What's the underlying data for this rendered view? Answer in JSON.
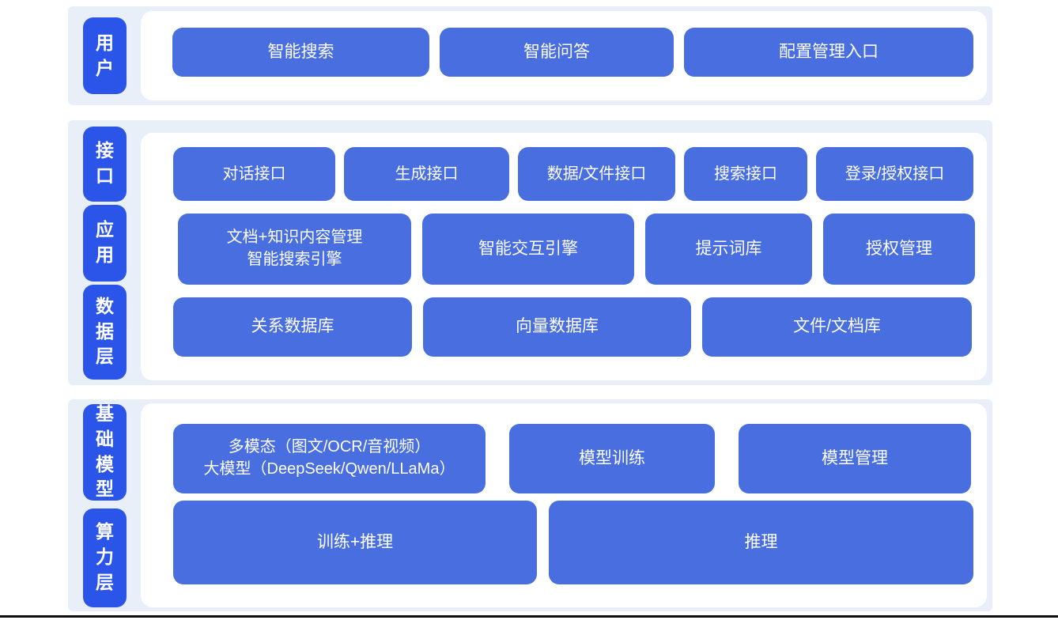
{
  "diagram": {
    "colors": {
      "section_bg": "#e9eff8",
      "label_blue": "#2b55e9",
      "box_blue": "#486ee0",
      "text": "#ffffff",
      "bottom_line": "#0c0c0c"
    },
    "sections": [
      {
        "name": "user-layer",
        "labels": [
          "用户"
        ],
        "rows": [
          {
            "boxes": [
              {
                "text": "智能搜索"
              },
              {
                "text": "智能问答"
              },
              {
                "text": "配置管理入口"
              }
            ]
          }
        ]
      },
      {
        "name": "interface-application-data-layers",
        "labels": [
          "接口",
          "应用",
          "数据层"
        ],
        "rows": [
          {
            "boxes": [
              {
                "text": "对话接口"
              },
              {
                "text": "生成接口"
              },
              {
                "text": "数据/文件接口"
              },
              {
                "text": "搜索接口"
              },
              {
                "text": "登录/授权接口"
              }
            ]
          },
          {
            "boxes": [
              {
                "line1": "文档+知识内容管理",
                "line2": "智能搜索引擎"
              },
              {
                "text": "智能交互引擎"
              },
              {
                "text": "提示词库"
              },
              {
                "text": "授权管理"
              }
            ]
          },
          {
            "boxes": [
              {
                "text": "关系数据库"
              },
              {
                "text": "向量数据库"
              },
              {
                "text": "文件/文档库"
              }
            ]
          }
        ]
      },
      {
        "name": "foundation-model-compute-layers",
        "labels": [
          "基础模型",
          "算力层"
        ],
        "rows": [
          {
            "boxes": [
              {
                "line1": "多模态（图文/OCR/音视频）",
                "line2": "大模型（DeepSeek/Qwen/LLaMa）"
              },
              {
                "text": "模型训练"
              },
              {
                "text": "模型管理"
              }
            ]
          },
          {
            "boxes": [
              {
                "text": "训练+推理"
              },
              {
                "text": "推理"
              }
            ]
          }
        ]
      }
    ]
  }
}
